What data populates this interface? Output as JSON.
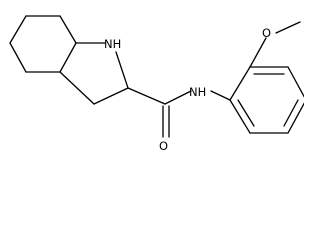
{
  "structure": {
    "atoms": {
      "nh": "NH",
      "amide_nh": "NH",
      "carbonyl_o": "O",
      "methoxy_o": "O"
    }
  }
}
